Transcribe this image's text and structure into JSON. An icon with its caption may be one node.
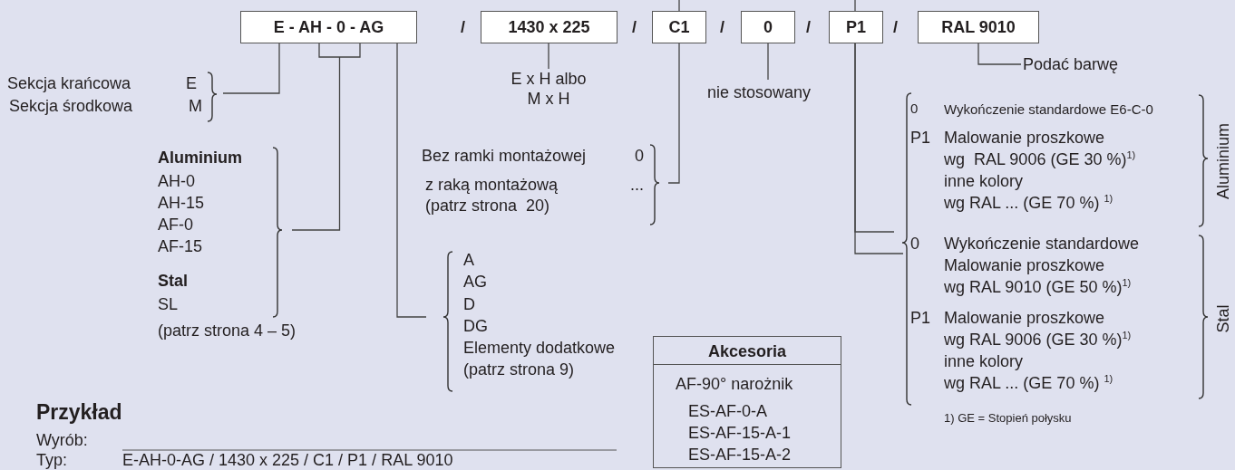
{
  "diagram": {
    "nodes": [
      {
        "text": [
          "E - AH - 0 - AG"
        ]
      },
      {
        "text": [
          "1430 x 225"
        ]
      },
      {
        "text": [
          "C1"
        ]
      },
      {
        "text": [
          "0"
        ]
      },
      {
        "text": [
          "P1"
        ]
      },
      {
        "text": [
          "RAL 9010"
        ]
      },
      {
        "text": [
          "Sekcja krańcowa",
          "E",
          "Sekcja środkowa",
          "M"
        ]
      },
      {
        "text": [
          "Aluminium",
          "AH-0",
          "AH-15",
          "AF-0",
          "AF-15",
          "Stal",
          "SL",
          "(patrz strona 4 – 5)"
        ]
      },
      {
        "text": [
          "E x H albo M x H"
        ]
      },
      {
        "text": [
          "Bez ramki montażowej",
          "0",
          "z raką montażową",
          "...",
          "(patrz strona  20)"
        ]
      },
      {
        "text": [
          "nie stosowany"
        ]
      },
      {
        "text": [
          "A",
          "AG",
          "D",
          "DG",
          "Elementy dodatkowe",
          "(patrz strona 9)"
        ]
      },
      {
        "text": [
          "Podać barwę"
        ]
      },
      {
        "text": [
          "0",
          "Wykończenie standardowe E6-C-0",
          "P1",
          "Malowanie proszkowe",
          "wg  RAL 9006 (GE 30 %)$^{1)}$",
          "inne kolory",
          "wg RAL ... (GE 70 %) $^{1)}$"
        ],
        "beside": [
          "Aluminium"
        ]
      },
      {
        "text": [
          "0",
          "Wykończenie standardowe",
          "Malowanie proszkowe",
          "wg RAL 9010 (GE 50 %)$^{1)}$",
          "P1",
          "Malowanie proszkowe",
          "wg RAL 9006 (GE 30 %)$^{1)}$",
          "inne kolory",
          "wg RAL ... (GE 70 %) $^{1)}$"
        ],
        "beside": [
          "Stal"
        ]
      },
      {
        "text": [
          "Akcesoria",
          "AF-90° narożnik",
          "ES-AF-0-A",
          "ES-AF-15-A-1",
          "ES-AF-15-A-2"
        ]
      }
    ],
    "edges": [
      {
        "from": null,
        "to": 2,
        "arrow": "none"
      },
      {
        "from": null,
        "to": 4,
        "arrow": "none"
      },
      {
        "from": 0,
        "to": 6,
        "arrow": "none"
      },
      {
        "from": 0,
        "to": 7,
        "arrow": "none"
      },
      {
        "from": 0,
        "to": 11,
        "arrow": "none"
      },
      {
        "from": 1,
        "to": 8,
        "arrow": "none"
      },
      {
        "from": 2,
        "to": 9,
        "arrow": "none"
      },
      {
        "from": 3,
        "to": 10,
        "arrow": "none"
      },
      {
        "from": 4,
        "to": 13,
        "arrow": "none"
      },
      {
        "from": 4,
        "to": 14,
        "arrow": "none"
      },
      {
        "from": 5,
        "to": 12,
        "arrow": "none"
      }
    ],
    "labels": [
      "/",
      "/",
      "/",
      "/",
      "/",
      "1) GE = Stopień połysku",
      "Przykład",
      "Wyrób:",
      "Typ:",
      "E-AH-0-AG / 1430 x 225 / C1 / P1 / RAL 9010"
    ]
  }
}
